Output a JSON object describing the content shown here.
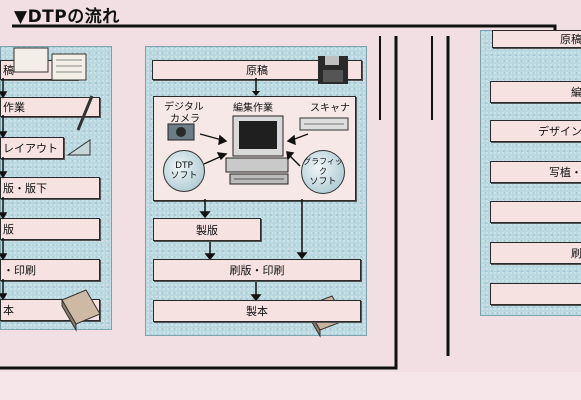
{
  "title": "▼DTPの流れ",
  "left_column": {
    "steps": [
      "稿",
      "作業",
      "レイアウト",
      "版・版下",
      "版",
      "・印刷",
      "本"
    ]
  },
  "center_column": {
    "manuscript": "原稿",
    "input_labels": {
      "digital_camera_line1": "デジタル",
      "digital_camera_line2": "カメラ",
      "editing": "編集作業",
      "scanner": "スキャナ"
    },
    "circles": {
      "dtp_line1": "DTP",
      "dtp_line2": "ソフト",
      "graphic_line1": "グラフィック",
      "graphic_line2": "ソフト"
    },
    "platemaking": "製版",
    "printing": "刷版・印刷",
    "binding": "製本"
  },
  "right_column": {
    "steps": [
      "原稿",
      "編",
      "デザイン",
      "写植・",
      "",
      "刷",
      ""
    ]
  }
}
